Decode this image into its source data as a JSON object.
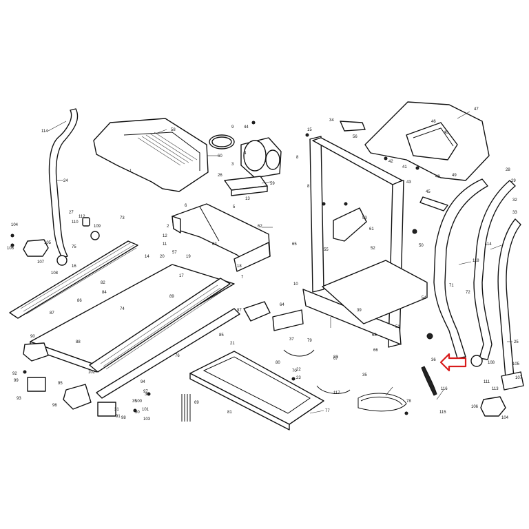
{
  "diagram": {
    "callouts": {
      "c114a": "114",
      "c24a": "24",
      "c104a": "104",
      "c27a": "27",
      "c112a": "112",
      "c110a": "110",
      "c109a": "109",
      "c105a": "105",
      "c106a": "106",
      "c107a": "107",
      "c108a": "108",
      "c73a": "73",
      "c75a": "75",
      "c16": "16",
      "c58": "58",
      "c1": "1",
      "c60": "60",
      "c9": "9",
      "c3": "3",
      "c44": "44",
      "c15": "15",
      "c59": "59",
      "c13": "13",
      "c5": "5",
      "c62": "62",
      "c17": "17",
      "c19": "19",
      "c7": "7",
      "c57": "57",
      "c63": "63",
      "c18": "18",
      "c82": "82",
      "c84": "84",
      "c89": "89",
      "c90": "90",
      "c92": "92",
      "c93": "93",
      "c94": "94",
      "c95": "95",
      "c96": "96",
      "c97": "97",
      "c98": "98",
      "c99": "99",
      "c100": "100",
      "c101": "101",
      "c102": "102",
      "c103": "103",
      "c34": "34",
      "c35": "35",
      "c36": "36",
      "c37": "37",
      "c38": "38",
      "c39": "39",
      "c40": "40",
      "c41": "41",
      "c42": "42",
      "c43": "43",
      "c45": "45",
      "c46": "46",
      "c47": "47",
      "c48": "48",
      "c49": "49",
      "c50": "50",
      "c51": "51",
      "c52": "52",
      "c53": "53",
      "c54": "54",
      "c55": "55",
      "c56": "56",
      "c61": "61",
      "c64": "64",
      "c65": "65",
      "c66": "66",
      "c67": "67",
      "c68": "68",
      "c69": "69",
      "c70": "70",
      "c71": "71",
      "c72": "72",
      "c76": "76",
      "c77": "77",
      "c78": "78",
      "c79": "79",
      "c80": "80",
      "c81": "81",
      "c83": "83",
      "c85": "85",
      "c86": "86",
      "c87": "87",
      "c88": "88",
      "c91": "91",
      "c111": "111",
      "c113": "113",
      "c114b": "114",
      "c115": "115",
      "c116": "116",
      "c117": "117",
      "c118": "118",
      "c25": "25",
      "c108b": "108",
      "c104b": "104",
      "c105b": "105",
      "c106b": "106",
      "c107b": "107",
      "c26": "26",
      "c28": "28",
      "c29": "29",
      "c30": "30",
      "c31": "31",
      "c32": "32",
      "c33": "33",
      "c20": "20",
      "c21": "21",
      "c22": "22",
      "c23": "23",
      "c10": "10",
      "c11": "11",
      "c12": "12",
      "c14": "14",
      "c2": "2",
      "c4": "4",
      "c6": "6",
      "c8": "8",
      "c74": "74",
      "c8b": "8",
      "c97b": "97",
      "c35b": "35"
    },
    "highlight_color": "#d81b1b"
  }
}
